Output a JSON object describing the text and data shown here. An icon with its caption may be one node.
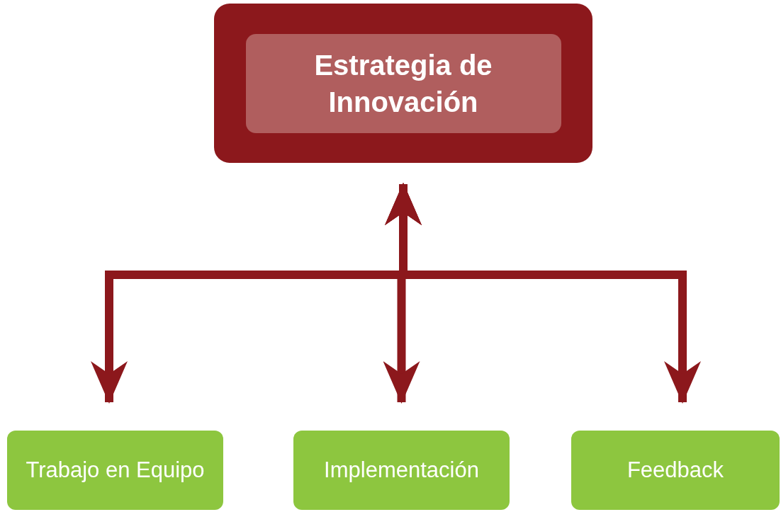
{
  "diagram": {
    "nodes": [
      {
        "text": [
          "Estrategia de Innovación"
        ]
      },
      {
        "text": [
          "Trabajo en Equipo"
        ]
      },
      {
        "text": [
          "Implementación"
        ]
      },
      {
        "text": [
          "Feedback"
        ]
      }
    ],
    "edges": [
      {
        "from": 0,
        "to": 1,
        "arrow": "both"
      },
      {
        "from": 0,
        "to": 2,
        "arrow": "both"
      },
      {
        "from": 0,
        "to": 3,
        "arrow": "both"
      }
    ]
  }
}
